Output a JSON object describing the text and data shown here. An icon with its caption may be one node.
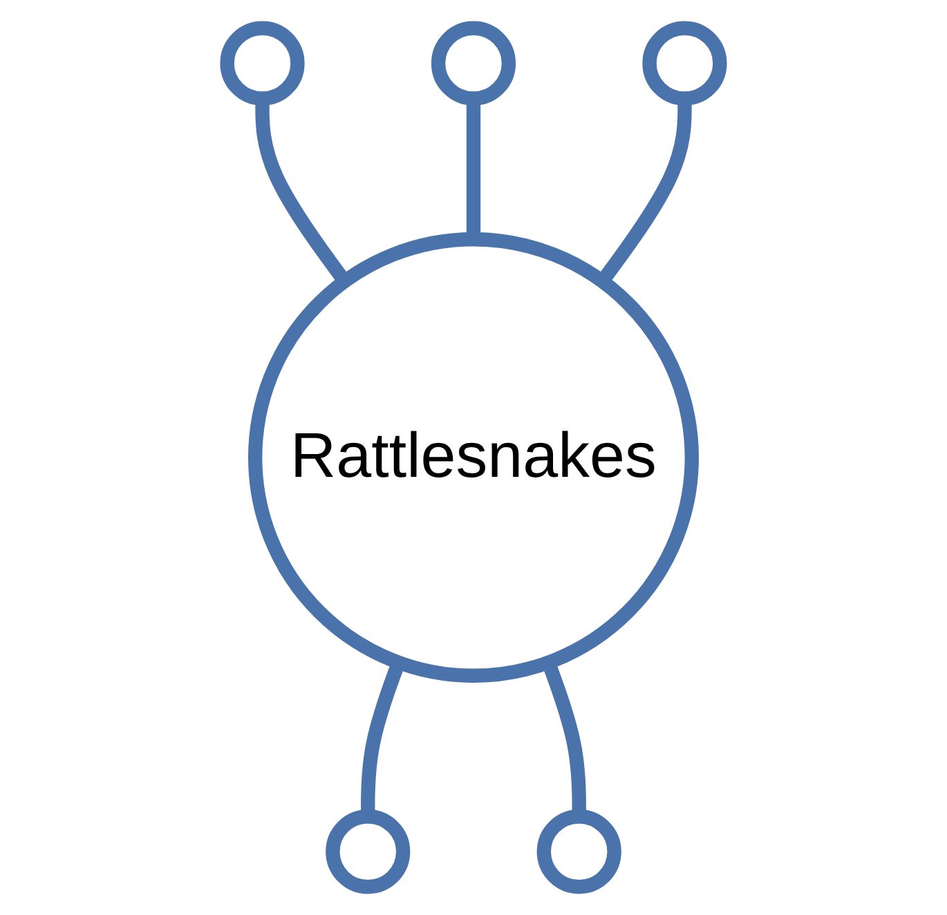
{
  "diagram": {
    "nodes": [
      {
        "text": [
          "Rattlesnakes"
        ]
      },
      {
        "text": [],
        "shape": "circle"
      },
      {
        "text": [],
        "shape": "circle"
      },
      {
        "text": [],
        "shape": "circle"
      },
      {
        "text": [],
        "shape": "circle"
      },
      {
        "text": [],
        "shape": "circle"
      }
    ],
    "edges": [
      {
        "from": 2,
        "to": 0,
        "arrow": "none"
      },
      {
        "from": 1,
        "to": 0,
        "arrow": "none"
      },
      {
        "from": 3,
        "to": 0,
        "arrow": "none"
      },
      {
        "from": 0,
        "to": 4,
        "arrow": "none"
      },
      {
        "from": 0,
        "to": 5,
        "arrow": "none"
      }
    ]
  }
}
